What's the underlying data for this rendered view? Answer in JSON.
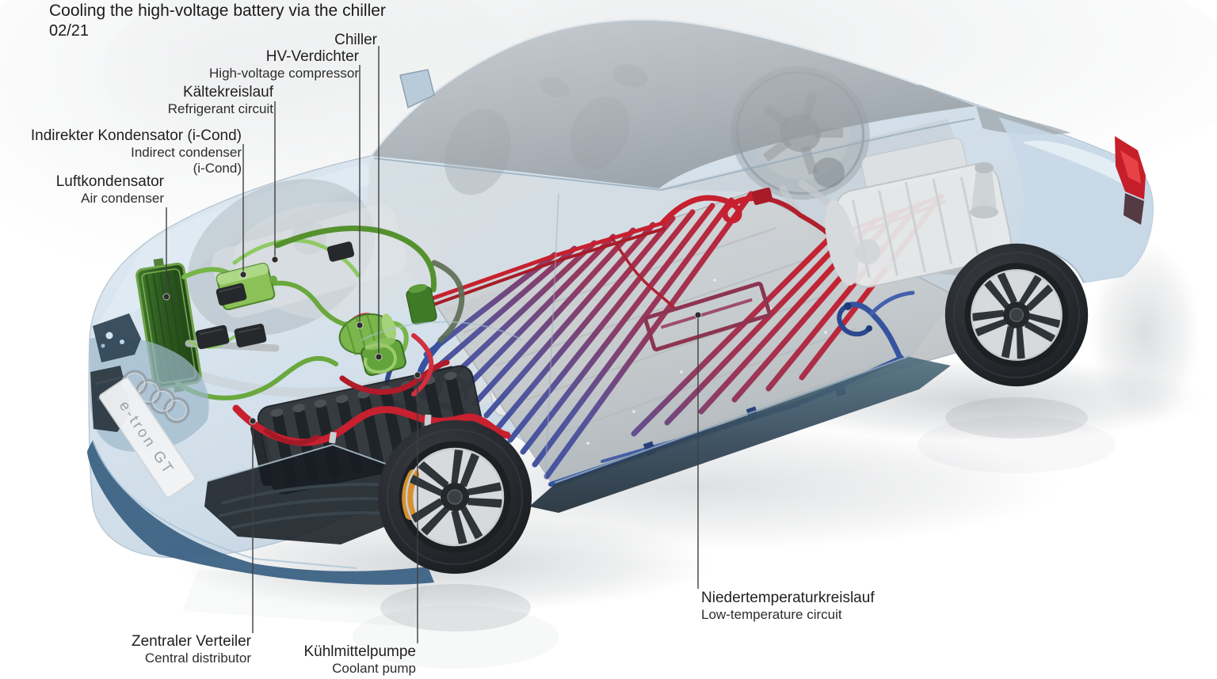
{
  "title": {
    "heading": "Cooling the high-voltage battery via the chiller",
    "date_code": "02/21"
  },
  "vehicle": {
    "model_badge": "e-tron GT",
    "brand_logo": "audi-four-rings"
  },
  "callouts": {
    "chiller": {
      "de": "Chiller"
    },
    "hv_compressor": {
      "de": "HV-Verdichter",
      "en": "High-voltage compressor"
    },
    "refrigerant_circuit": {
      "de": "Kältekreislauf",
      "en": "Refrigerant circuit"
    },
    "indirect_condenser": {
      "de": "Indirekter Kondensator (i-Cond)",
      "en": "Indirect condenser",
      "en2": "(i-Cond)"
    },
    "air_condenser": {
      "de": "Luftkondensator",
      "en": "Air condenser"
    },
    "central_distributor": {
      "de": "Zentraler Verteiler",
      "en": "Central distributor"
    },
    "coolant_pump": {
      "de": "Kühlmittelpumpe",
      "en": "Coolant pump"
    },
    "low_temp_circuit": {
      "de": "Niedertemperaturkreislauf",
      "en": "Low-temperature circuit"
    }
  },
  "colors": {
    "refrigerant_green": "#6fae3f",
    "high_temperature_red": "#c7202f",
    "low_temperature_blue": "#35539f",
    "gradient_purple": "#8c3550",
    "body_pale_blue": "#c5d6e4",
    "leader_line_gray": "#3f3f3f"
  }
}
